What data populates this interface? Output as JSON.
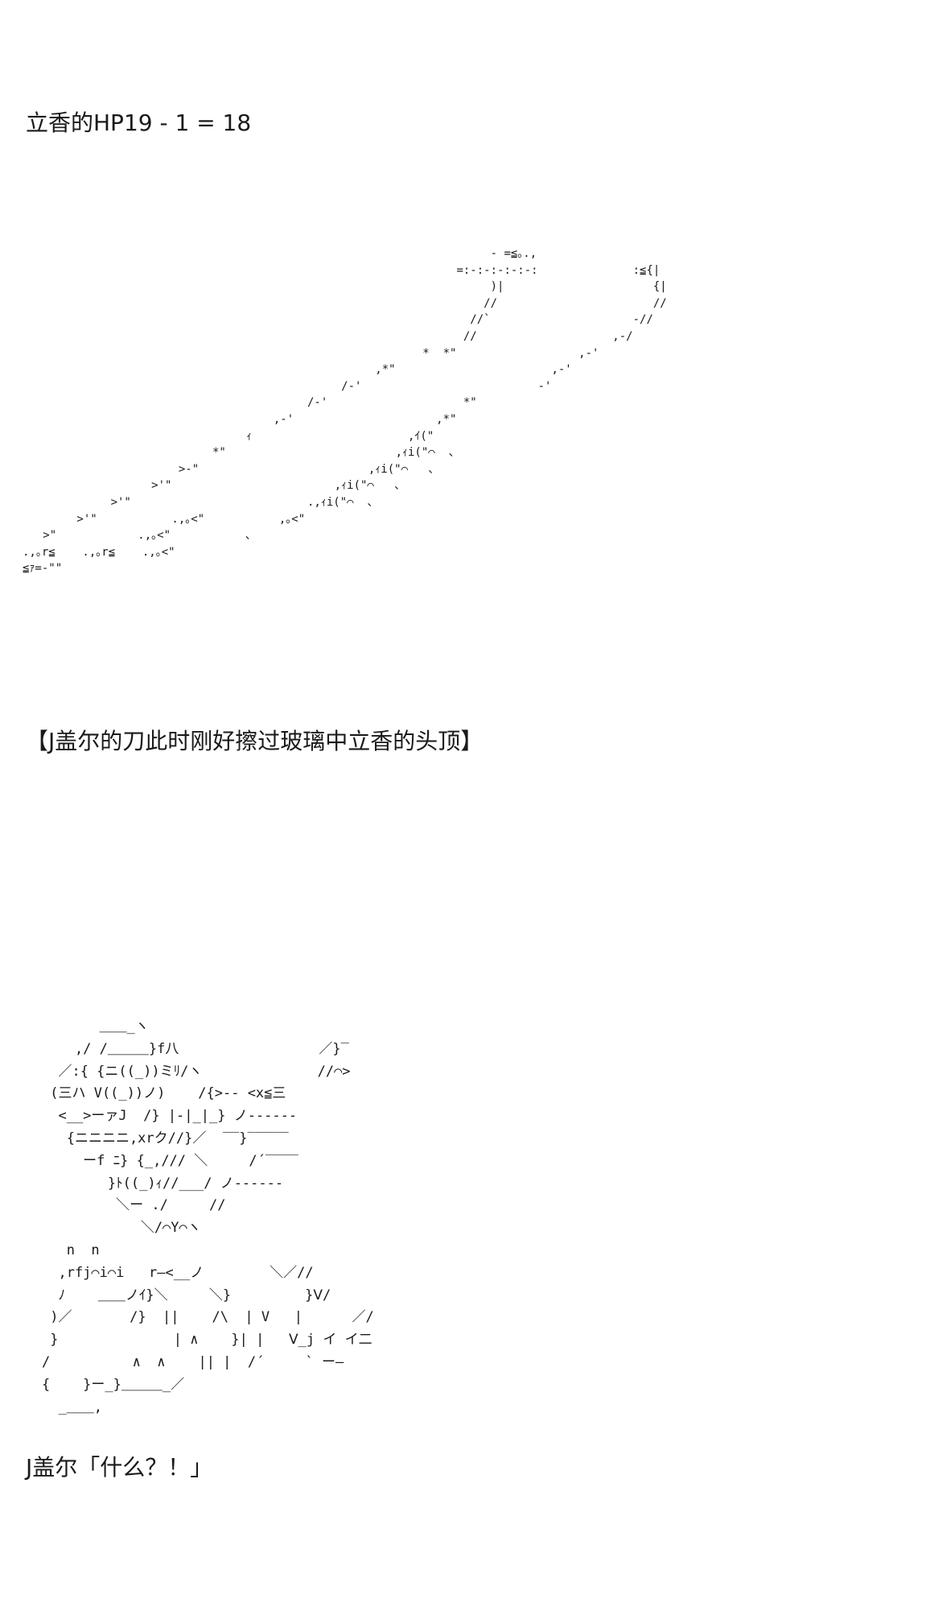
{
  "texts": {
    "hp_line": "立香的HP19 - 1 = 18",
    "caption": "【J盖尔的刀此时刚好擦过玻璃中立香的头顶】",
    "dialogue": "J盖尔「什么？！」"
  },
  "ascii_art": {
    "slash": "                                                                     - =≦｡.,\n                                                                =:-:-:-:-:-:              :≦{|\n                                                                     )|                      {|\n                                                                    //                       //\n                                                                  //`                     -//\n                                                                 //                    ,-/\n                                                           *  *\"                  ,-'\n                                                    ,*\"                       ,-'\n                                               /-'                          -'\n                                          /-'                    *\"\n                                     ,-'                     ,*\"\n                                 ｨ                       ,ｲ(\"\n                            *\"                         ,ｨi(\"⌒  、\n                       >-\"                         ,ｨi(\"⌒   、\n                   >'\"                        ,ｨi(\"⌒   、\n             >'\"                          .,ｨi(\"⌒  、\n        >'\"           .,｡<\"           ,｡<\"\n   >\"            .,｡<\"           、\n.,｡r≦    .,｡r≦    .,｡<\"\n≦ｧ=-\"\"",
    "gawain": "       ＿＿_ヽ\n    ,/ /＿＿＿}f八                 ／}‾\n  ／:{ {ニ((_))ミﾘ/ヽ              //⌒>\n (三ハ V((_))ノ)    /{>-- <x≦三\n  <__>ーァJ  /} |-|_|_} ノ------\n   {ニニニニ,xrク//}／  ‾‾}‾‾‾‾‾\n     ーf ﾆ} {_,/// ＼     /´‾‾‾‾\n        }ﾄ((_)ｨ//___/ ノ------\n         ＼ー ./     //\n            ＼/⌒Y⌒ヽ\n   n  n\n  ,rfj⌒i⌒i   r―<__ノ        ＼／//\n  ﾉ    ＿＿ノｲ}＼     ＼}         }Ⅴ/\n )／       /}  ||    /\\  | V   |      ／/\n }              | ∧    }| |   Ⅴ_j イ イ二\n/          ∧  ∧    || |  /´     ` ー―\n{    }ー_}＿＿＿_／\n  _＿＿,"
  }
}
